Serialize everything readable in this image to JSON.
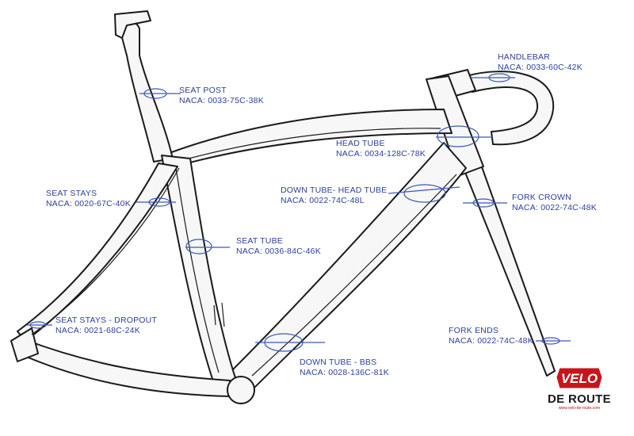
{
  "labels": {
    "seat_post": {
      "name": "SEAT POST",
      "code": "NACA: 0033-75C-38K"
    },
    "handlebar": {
      "name": "HANDLEBAR",
      "code": "NACA: 0033-60C-42K"
    },
    "head_tube": {
      "name": "HEAD TUBE",
      "code": "NACA: 0034-128C-78K"
    },
    "seat_stays": {
      "name": "SEAT STAYS",
      "code": "NACA: 0020-67C-40K"
    },
    "down_tube_head_tube": {
      "name": "DOWN TUBE- HEAD TUBE",
      "code": "NACA: 0022-74C-48L"
    },
    "fork_crown": {
      "name": "FORK CROWN",
      "code": "NACA: 0022-74C-48K"
    },
    "seat_tube": {
      "name": "SEAT TUBE",
      "code": "NACA: 0036-84C-46K"
    },
    "seat_stays_dropout": {
      "name": "SEAT STAYS - DROPOUT",
      "code": "NACA: 0021-68C-24K"
    },
    "fork_ends": {
      "name": "FORK ENDS",
      "code": "NACA: 0022-74C-48K"
    },
    "down_tube_bbs": {
      "name": "DOWN TUBE - BBS",
      "code": "NACA: 0028-136C-81K"
    }
  },
  "logo": {
    "badge_text": "VELO",
    "brand": "DE ROUTE",
    "url": "www.velo-de-route.com",
    "accent_color": "#c8151b"
  },
  "colors": {
    "label_text": "#2b3f9a",
    "frame_outline": "#1a1a1a",
    "frame_fill": "#f7f7f7",
    "section_marker": "#3b58b8"
  }
}
